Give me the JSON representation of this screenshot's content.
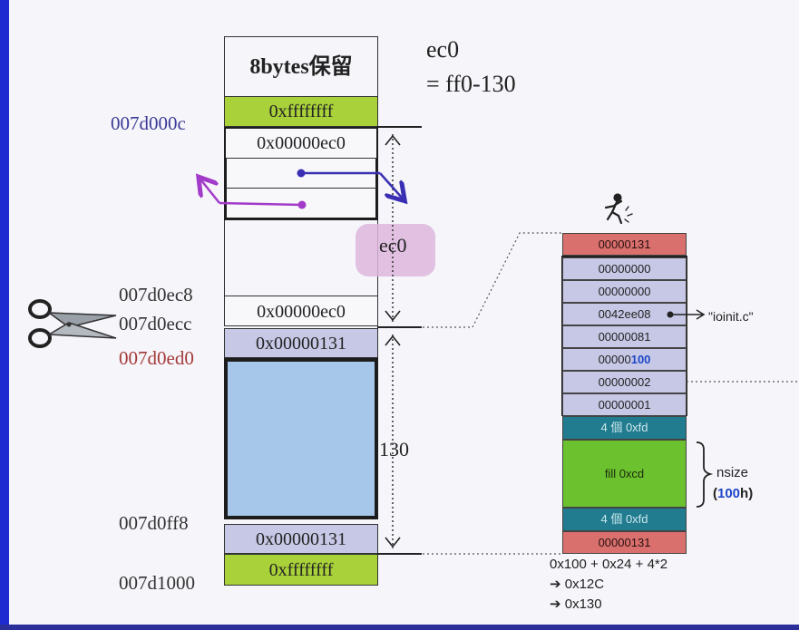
{
  "left_column": {
    "header": "8bytes保留",
    "cells": [
      "0xffffffff",
      "0x00000ec0",
      "0x00000ec0",
      "0x00000131",
      "0x00000131",
      "0xffffffff"
    ]
  },
  "addresses": {
    "a1": "007d000c",
    "a2": "007d0ec8",
    "a3": "007d0ecc",
    "a4": "007d0ed0",
    "a5": "007d0ff8",
    "a6": "007d1000"
  },
  "notes": {
    "line1": "ec0",
    "line2": "= ff0-130",
    "ec0_label": "ec0",
    "size_label": "130"
  },
  "right_column": {
    "cells": [
      "00000131",
      "00000000",
      "00000000",
      "0042ee08",
      "00000081",
      "00000002",
      "00000001",
      "4 個 0xfd",
      "fill 0xcd",
      "4 個 0xfd",
      "00000131"
    ],
    "highlight_cell_prefix": "00000",
    "highlight_cell_suffix": "100",
    "pointer_label": "\"ioinit.c\"",
    "nsize_label": "nsize",
    "nsize_value_open": "(",
    "nsize_value": "100",
    "nsize_value_close": "h)"
  },
  "calc": {
    "line1": "0x100 + 0x24 + 4*2",
    "line2": "0x12C",
    "line3": "0x130",
    "arrow": "➔"
  },
  "colors": {
    "green": "#a9d13a",
    "lavender": "#c7c8e6",
    "light_blue": "#a7c7ea",
    "pink": "#d9706d",
    "teal": "#217c8f",
    "bright_green": "#6cc12e",
    "arrow_purple": "#a23bc9",
    "arrow_blue": "#3a2fb3"
  },
  "icons": [
    "scissors-icon",
    "stick-figure-icon"
  ]
}
